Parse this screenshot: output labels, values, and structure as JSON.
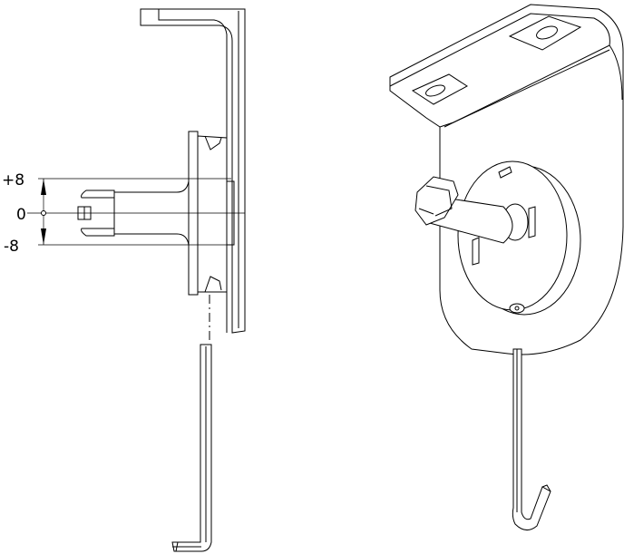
{
  "dimension_labels": {
    "plus": "+8",
    "zero": "0",
    "minus": "-8"
  }
}
